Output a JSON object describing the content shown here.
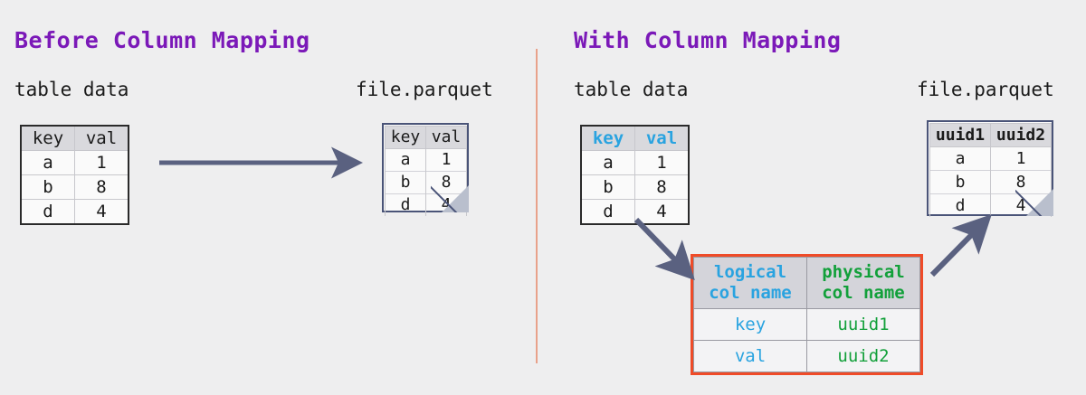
{
  "panels": {
    "left": {
      "title": "Before Column Mapping",
      "table_caption": "table data",
      "file_caption": "file.parquet"
    },
    "right": {
      "title": "With Column Mapping",
      "table_caption": "table data",
      "file_caption": "file.parquet"
    }
  },
  "colors": {
    "title_purple": "#7b19b8",
    "logical_blue": "#29a3e0",
    "physical_green": "#12a03a",
    "mapping_border_red": "#ef4b28",
    "arrow_slate": "#5a6180",
    "divider_salmon": "#e8a18a",
    "background": "#eeeeef"
  },
  "tables": {
    "left_table_data": {
      "headers": [
        "key",
        "val"
      ],
      "rows": [
        [
          "a",
          "1"
        ],
        [
          "b",
          "8"
        ],
        [
          "d",
          "4"
        ]
      ]
    },
    "left_parquet": {
      "headers": [
        "key",
        "val"
      ],
      "rows": [
        [
          "a",
          "1"
        ],
        [
          "b",
          "8"
        ],
        [
          "d",
          "4"
        ]
      ]
    },
    "right_table_data": {
      "headers": [
        "key",
        "val"
      ],
      "rows": [
        [
          "a",
          "1"
        ],
        [
          "b",
          "8"
        ],
        [
          "d",
          "4"
        ]
      ]
    },
    "right_parquet": {
      "headers": [
        "uuid1",
        "uuid2"
      ],
      "rows": [
        [
          "a",
          "1"
        ],
        [
          "b",
          "8"
        ],
        [
          "d",
          "4"
        ]
      ]
    },
    "mapping": {
      "headers": [
        "logical\ncol name",
        "physical\ncol name"
      ],
      "header_logical_line1": "logical",
      "header_logical_line2": "col name",
      "header_physical_line1": "physical",
      "header_physical_line2": "col name",
      "rows": [
        {
          "logical": "key",
          "physical": "uuid1"
        },
        {
          "logical": "val",
          "physical": "uuid2"
        }
      ]
    }
  },
  "arrows": [
    {
      "name": "left-table-to-parquet",
      "direction": "right"
    },
    {
      "name": "right-table-to-mapping",
      "direction": "down-right"
    },
    {
      "name": "mapping-to-right-parquet",
      "direction": "up-right"
    }
  ]
}
